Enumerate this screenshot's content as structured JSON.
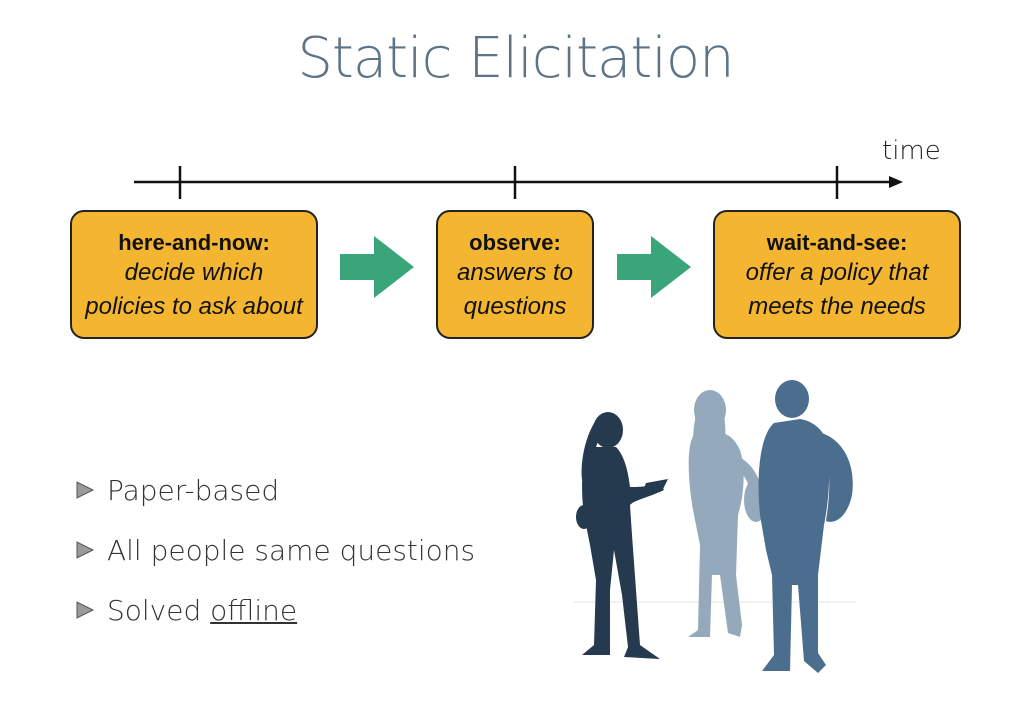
{
  "title": "Static Elicitation",
  "timeline": {
    "label": "time"
  },
  "stages": [
    {
      "head": "here-and-now:",
      "line1": "decide which",
      "line2": "policies to ask about"
    },
    {
      "head": "observe:",
      "line1": "answers to",
      "line2": "questions"
    },
    {
      "head": "wait-and-see:",
      "line1": "offer a policy that",
      "line2": "meets the needs"
    }
  ],
  "bullets": [
    {
      "text": "Paper-based"
    },
    {
      "text": "All people same questions"
    },
    {
      "prefix": "Solved ",
      "underlined": "offline"
    }
  ],
  "colors": {
    "title": "#5c7486",
    "box_fill": "#f4b531",
    "arrow": "#3aa57a",
    "person_dark": "#253a4f",
    "person_light": "#95a9bd",
    "person_mid": "#4c6e8e"
  },
  "icons": [
    "bullet-triangle-icon",
    "right-arrow-icon",
    "people-silhouette"
  ]
}
